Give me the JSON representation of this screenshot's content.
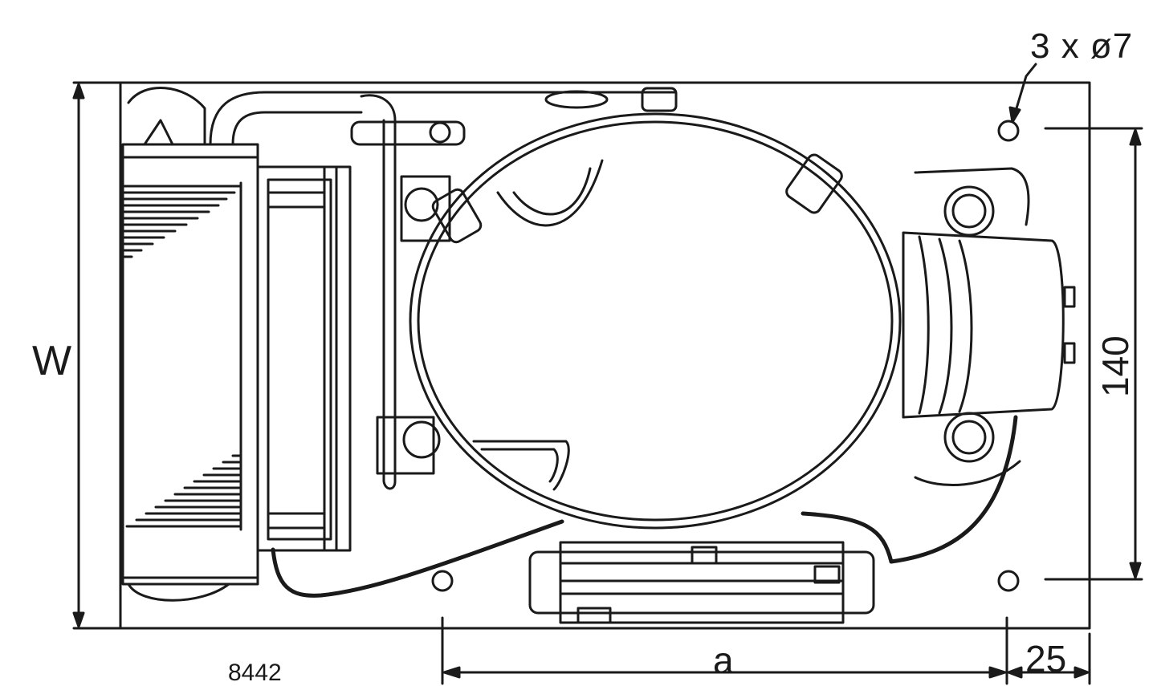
{
  "labels": {
    "holes": "3 x ø7",
    "width": "W",
    "dim_140": "140",
    "dim_a": "a",
    "dim_25": "25",
    "drawing_number": "8442"
  },
  "colors": {
    "line": "#1a1a1a",
    "background": "#ffffff"
  }
}
